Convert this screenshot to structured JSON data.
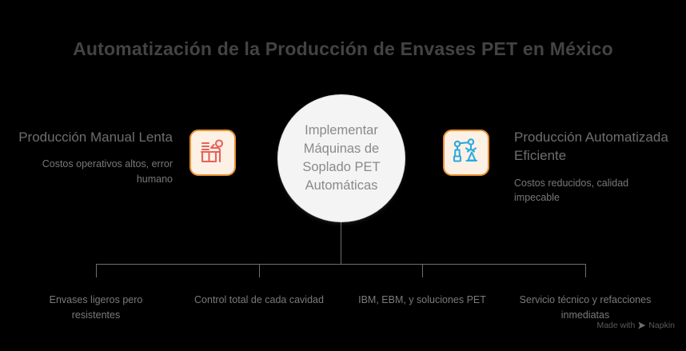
{
  "title": "Automatización de la Producción de Envases PET en México",
  "center": {
    "label": "Implementar Máquinas de Soplado PET Automáticas"
  },
  "left": {
    "icon": "manual-worker-icon",
    "heading": "Producción Manual Lenta",
    "subtext": "Costos operativos altos, error humano"
  },
  "right": {
    "icon": "robotic-arm-icon",
    "heading": "Producción Automatizada Eficiente",
    "subtext": "Costos reducidos, calidad impecable"
  },
  "bottom_items": [
    {
      "label": "Envases ligeros pero resistentes"
    },
    {
      "label": "Control total de cada cavidad"
    },
    {
      "label": "IBM, EBM, y soluciones PET"
    },
    {
      "label": "Servicio técnico y refacciones inmediatas"
    }
  ],
  "watermark": {
    "prefix": "Made with",
    "brand": "Napkin",
    "icon": "napkin-logo-icon"
  },
  "colors": {
    "background": "#000000",
    "title": "#434343",
    "body_text": "#7a7a7a",
    "center_fill": "#f4f4f4",
    "tile_fill": "#fdf0e5",
    "tile_border": "#e8912f",
    "icon_left": "#e8625a",
    "icon_right": "#29abe2",
    "connector": "#6d6d6d"
  }
}
